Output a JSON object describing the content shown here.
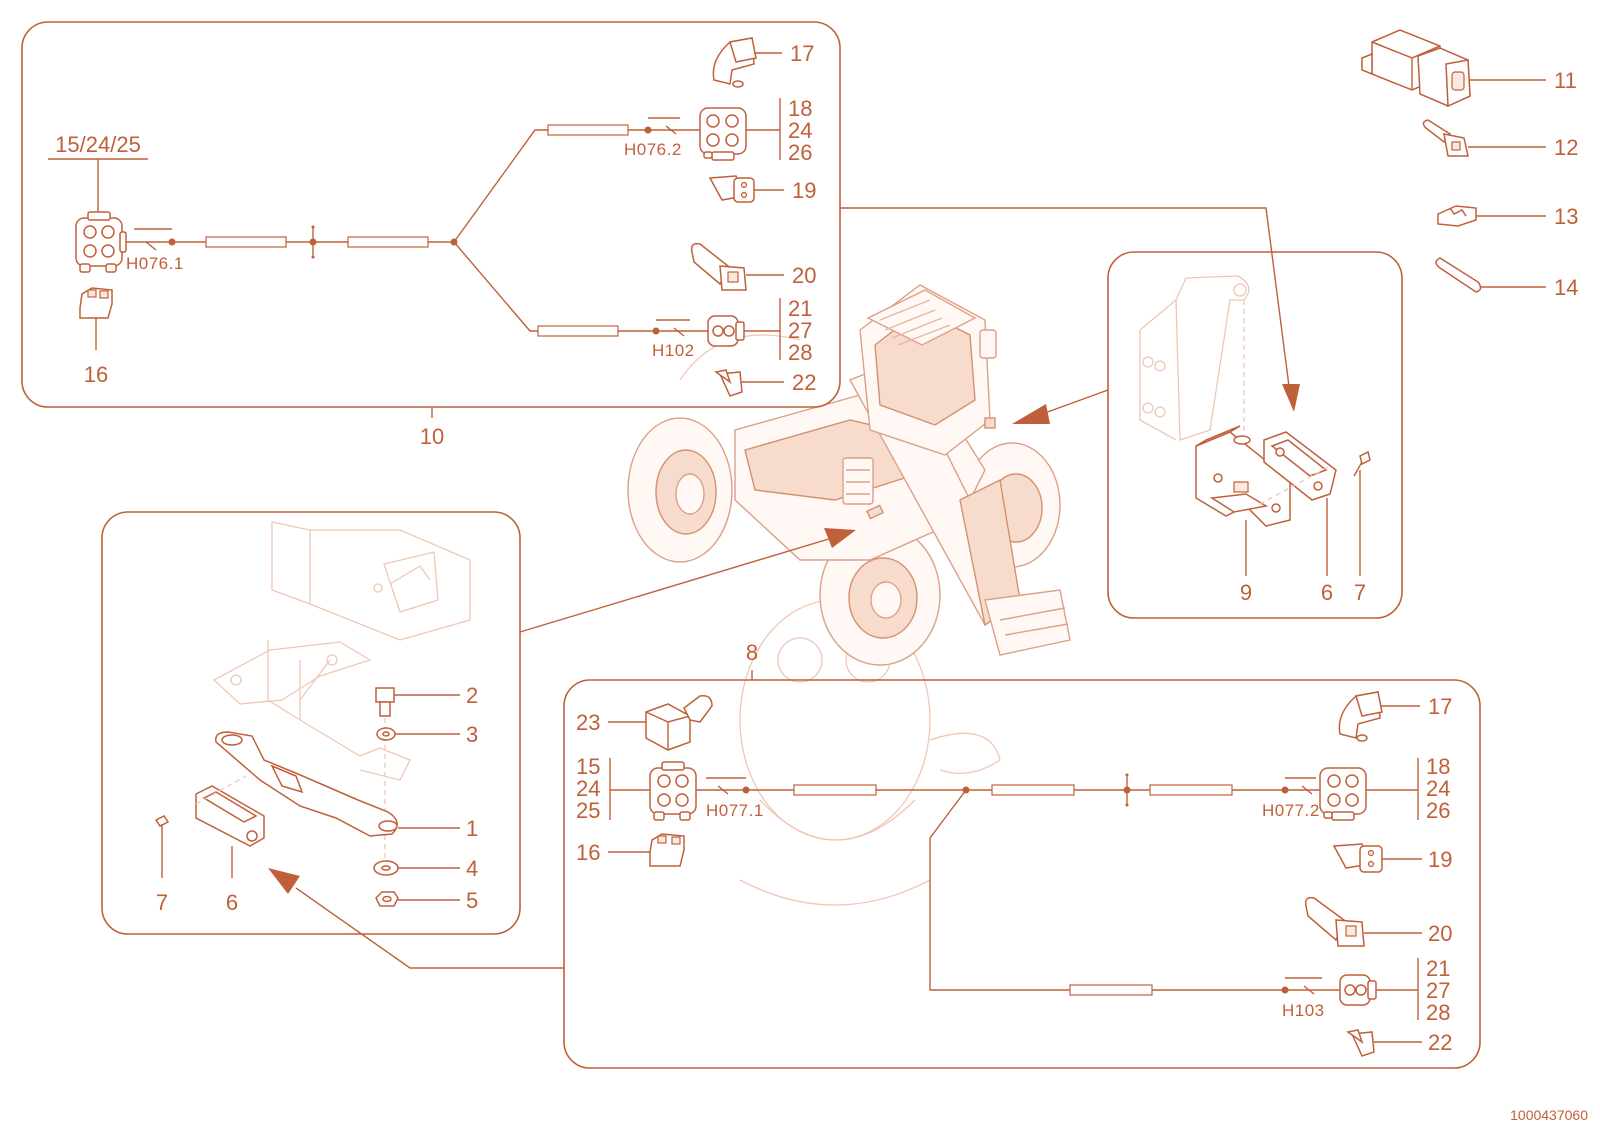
{
  "document_ref": "1000437060",
  "colors": {
    "ink": "#c0603a",
    "ghost": "#f0c7b5",
    "background": "#ffffff"
  },
  "harness_top": {
    "callout": "10",
    "connector_group_label": "15/24/25",
    "labels": {
      "h0761": "H076.1",
      "h0762": "H076.2",
      "h102": "H102"
    },
    "parts": {
      "p16": "16",
      "p17": "17",
      "p19": "19",
      "p20": "20",
      "p22": "22",
      "conn_a": [
        "18",
        "24",
        "26"
      ],
      "conn_b": [
        "21",
        "27",
        "28"
      ]
    }
  },
  "harness_bottom": {
    "callout": "8",
    "labels": {
      "h0771": "H077.1",
      "h0772": "H077.2",
      "h103": "H103"
    },
    "parts": {
      "p16": "16",
      "p17": "17",
      "p19": "19",
      "p20": "20",
      "p22": "22",
      "p23": "23",
      "conn_left": [
        "15",
        "24",
        "25"
      ],
      "conn_right_a": [
        "18",
        "24",
        "26"
      ],
      "conn_right_b": [
        "21",
        "27",
        "28"
      ]
    }
  },
  "loose_parts": {
    "p11": "11",
    "p12": "12",
    "p13": "13",
    "p14": "14"
  },
  "detail_right": {
    "p9": "9",
    "p6": "6",
    "p7": "7"
  },
  "detail_left": {
    "p1": "1",
    "p2": "2",
    "p3": "3",
    "p4": "4",
    "p5": "5",
    "p6": "6",
    "p7": "7"
  }
}
